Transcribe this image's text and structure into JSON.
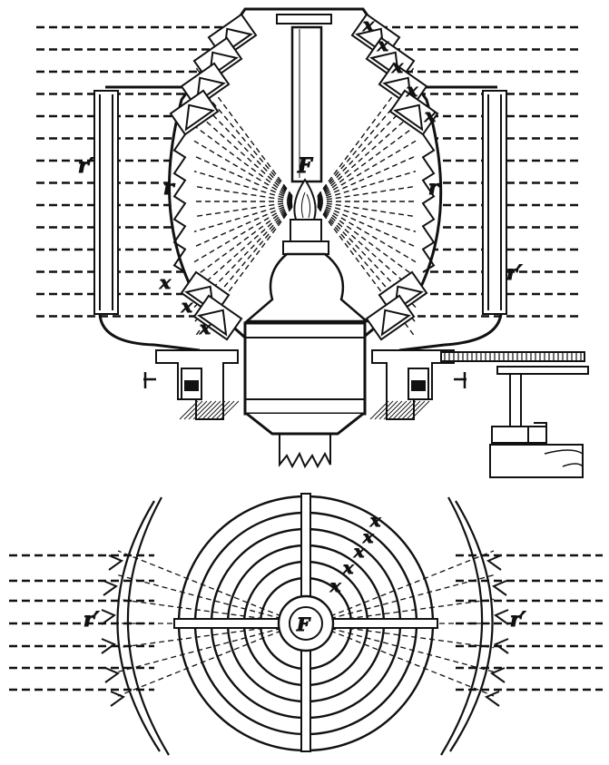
{
  "figure": {
    "elevation": {
      "labels": {
        "flame": "F",
        "prism_top_right_1": "x",
        "prism_top_right_2": "x",
        "prism_top_right_3": "x",
        "prism_top_right_4": "x",
        "prism_top_right_5": "x",
        "prism_bottom_left_1": "x",
        "prism_bottom_left_2": "x",
        "prism_bottom_left_3": "x",
        "lens_left": "r",
        "lens_right": "r",
        "reflector_left": "r′",
        "reflector_right": "r′"
      }
    },
    "plan": {
      "labels": {
        "center": "F",
        "ring_1": "x",
        "ring_2": "x",
        "ring_3": "x",
        "ring_4": "x",
        "ring_5": "x",
        "reflector_left": "r′",
        "reflector_right": "r′"
      }
    }
  },
  "colors": {
    "ink": "#111111",
    "paper": "#ffffff"
  }
}
